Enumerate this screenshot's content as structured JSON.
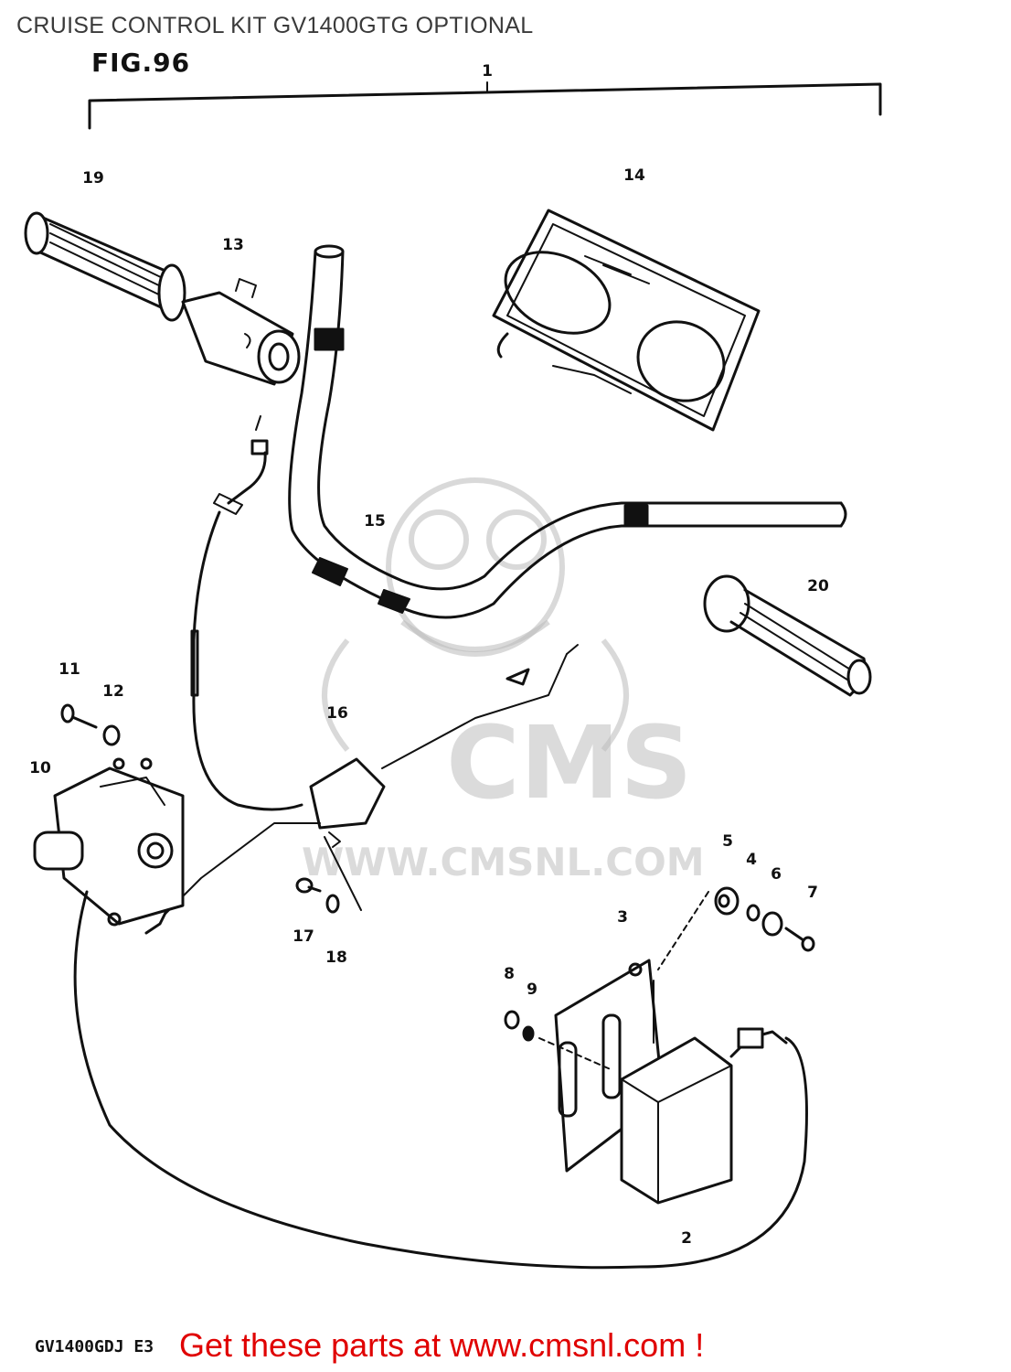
{
  "header": {
    "title": "CRUISE CONTROL KIT GV1400GTG OPTIONAL",
    "figure": "FIG.96"
  },
  "parts": [
    {
      "id": "p1",
      "number": "1"
    },
    {
      "id": "p2",
      "number": "2"
    },
    {
      "id": "p3",
      "number": "3"
    },
    {
      "id": "p4",
      "number": "4"
    },
    {
      "id": "p5",
      "number": "5"
    },
    {
      "id": "p6",
      "number": "6"
    },
    {
      "id": "p7",
      "number": "7"
    },
    {
      "id": "p8",
      "number": "8"
    },
    {
      "id": "p9",
      "number": "9"
    },
    {
      "id": "p10",
      "number": "10"
    },
    {
      "id": "p11",
      "number": "11"
    },
    {
      "id": "p12",
      "number": "12"
    },
    {
      "id": "p13",
      "number": "13"
    },
    {
      "id": "p14",
      "number": "14"
    },
    {
      "id": "p15",
      "number": "15"
    },
    {
      "id": "p16",
      "number": "16"
    },
    {
      "id": "p17",
      "number": "17"
    },
    {
      "id": "p18",
      "number": "18"
    },
    {
      "id": "p19",
      "number": "19"
    },
    {
      "id": "p20",
      "number": "20"
    }
  ],
  "watermark": {
    "brand": "CMS",
    "url": "WWW.CMSNL.COM"
  },
  "footer": {
    "model_code": "GV1400GDJ E3",
    "cta": "Get these parts at www.cmsnl.com !"
  },
  "colors": {
    "line": "#111111",
    "cta": "#e00000",
    "watermark": "#bebebe"
  }
}
